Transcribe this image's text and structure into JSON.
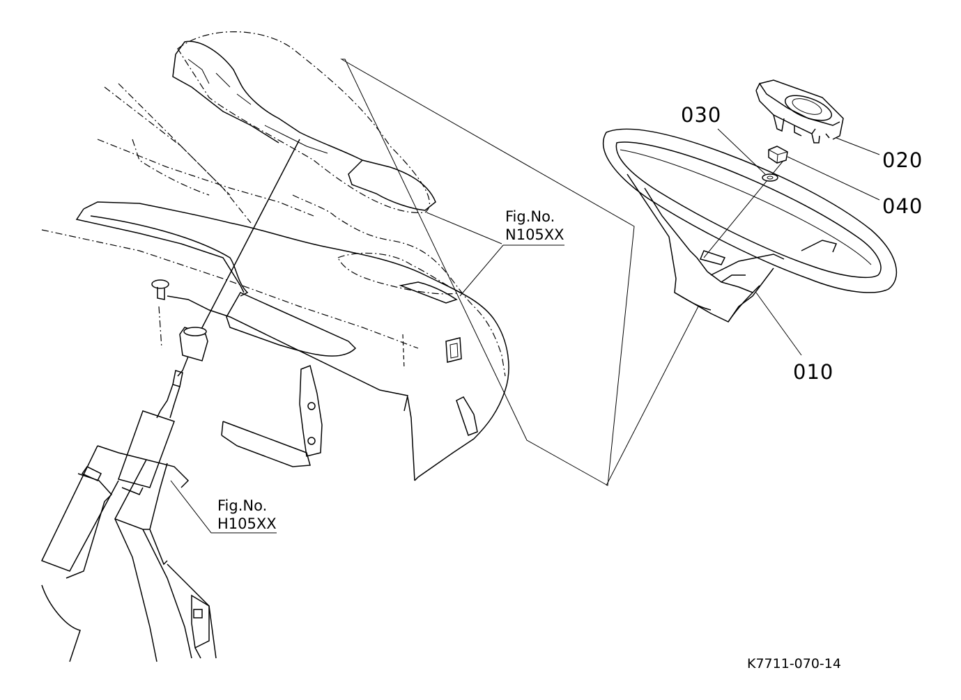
{
  "callouts": {
    "p010": "010",
    "p020": "020",
    "p030": "030",
    "p040": "040"
  },
  "fig_refs": {
    "n105": {
      "line1": "Fig.No.",
      "line2": "N105XX"
    },
    "h105": {
      "line1": "Fig.No.",
      "line2": "H105XX"
    }
  },
  "diagram_code": "K7711-070-14",
  "colors": {
    "line": "#000000",
    "background": "#ffffff"
  }
}
